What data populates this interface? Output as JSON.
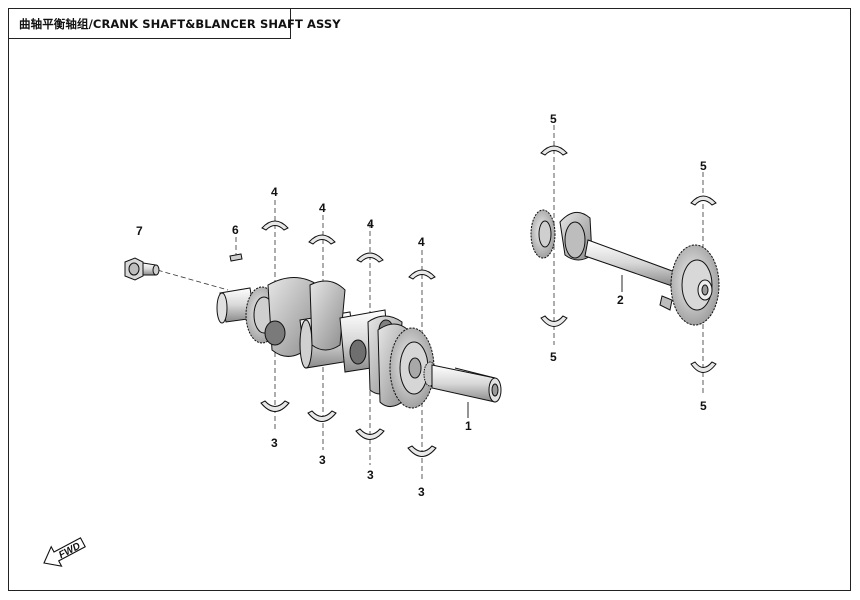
{
  "title": "曲轴平衡轴组/CRANK SHAFT&BLANCER SHAFT ASSY",
  "callouts": {
    "crankshaft": "1",
    "balancer_shaft": "2",
    "bearing_lower_a": "3",
    "bearing_lower_b": "3",
    "bearing_lower_c": "3",
    "bearing_lower_d": "3",
    "bearing_upper_a": "4",
    "bearing_upper_b": "4",
    "bearing_upper_c": "4",
    "bearing_upper_d": "4",
    "balancer_bearing_upper_a": "5",
    "balancer_bearing_upper_b": "5",
    "balancer_bearing_lower_a": "5",
    "balancer_bearing_lower_b": "5",
    "key": "6",
    "bolt": "7"
  },
  "fwd_label": "FWD"
}
